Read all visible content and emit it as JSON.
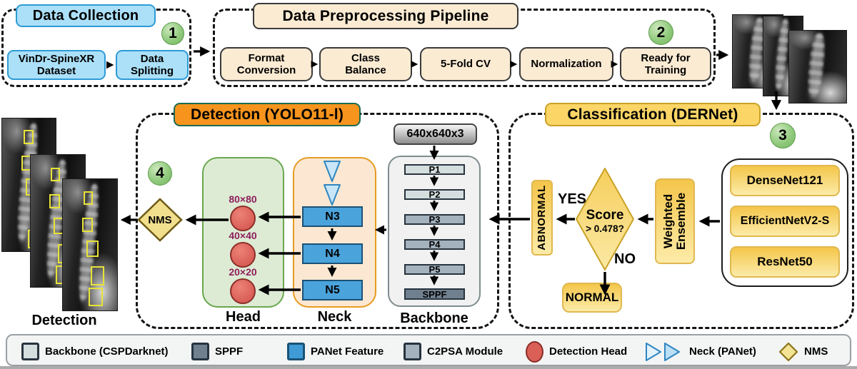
{
  "data_collection": {
    "title": "Data Collection",
    "step": "1",
    "dataset_label": "VinDr-SpineXR\nDataset",
    "splitting_label": "Data\nSplitting"
  },
  "preprocessing": {
    "title": "Data Preprocessing Pipeline",
    "step": "2",
    "steps": [
      "Format\nConversion",
      "Class\nBalance",
      "5-Fold CV",
      "Normalization",
      "Ready for\nTraining"
    ]
  },
  "classification": {
    "title": "Classification (DERNet)",
    "step": "3",
    "models": [
      "DenseNet121",
      "EfficientNetV2-S",
      "ResNet50"
    ],
    "ensemble_label": "Weighted\nEnsemble",
    "decision_line1": "Score",
    "decision_line2": "> 0.478?",
    "yes_label": "YES",
    "no_label": "NO",
    "abnormal_label": "ABNORMAL",
    "normal_label": "NORMAL"
  },
  "detection": {
    "title": "Detection (YOLO11-l)",
    "step": "4",
    "input_label": "640x640x3",
    "backbone_blocks": [
      "P1",
      "P2",
      "P3",
      "P4",
      "P5",
      "SPPF"
    ],
    "neck_blocks": [
      "N3",
      "N4",
      "N5"
    ],
    "head_scales": [
      "80×80",
      "40×40",
      "20×20"
    ],
    "backbone_label": "Backbone",
    "neck_label": "Neck",
    "head_label": "Head",
    "nms_label": "NMS"
  },
  "output": {
    "caption": "Detection"
  },
  "legend": {
    "items": [
      {
        "icon": "backbone-swatch-icon",
        "label": "Backbone (CSPDarknet)",
        "color": "#D5DEDF"
      },
      {
        "icon": "sppf-swatch-icon",
        "label": "SPPF",
        "color": "#71808F"
      },
      {
        "icon": "panet-swatch-icon",
        "label": "PANet Feature",
        "color": "#3E9BD6"
      },
      {
        "icon": "c2psa-swatch-icon",
        "label": "C2PSA Module",
        "color": "#A4B2BE"
      },
      {
        "icon": "detection-head-swatch-icon",
        "label": "Detection Head",
        "color": "#D95F57"
      },
      {
        "icon": "neck-swatch-icon",
        "label": "Neck (PANet)",
        "color": "#C6E4F5"
      },
      {
        "icon": "nms-swatch-icon",
        "label": "NMS",
        "color": "#F5E395"
      }
    ]
  },
  "colors": {
    "collection_blue": "#ABE0F8",
    "preprocess_cream": "#FBEBD3",
    "classification_gold": "#FBD566",
    "detection_orange": "#F7941D",
    "step_badge_green": "#8CC878",
    "scale_label_maroon": "#8E1F5B",
    "arrow_black": "#000000"
  }
}
